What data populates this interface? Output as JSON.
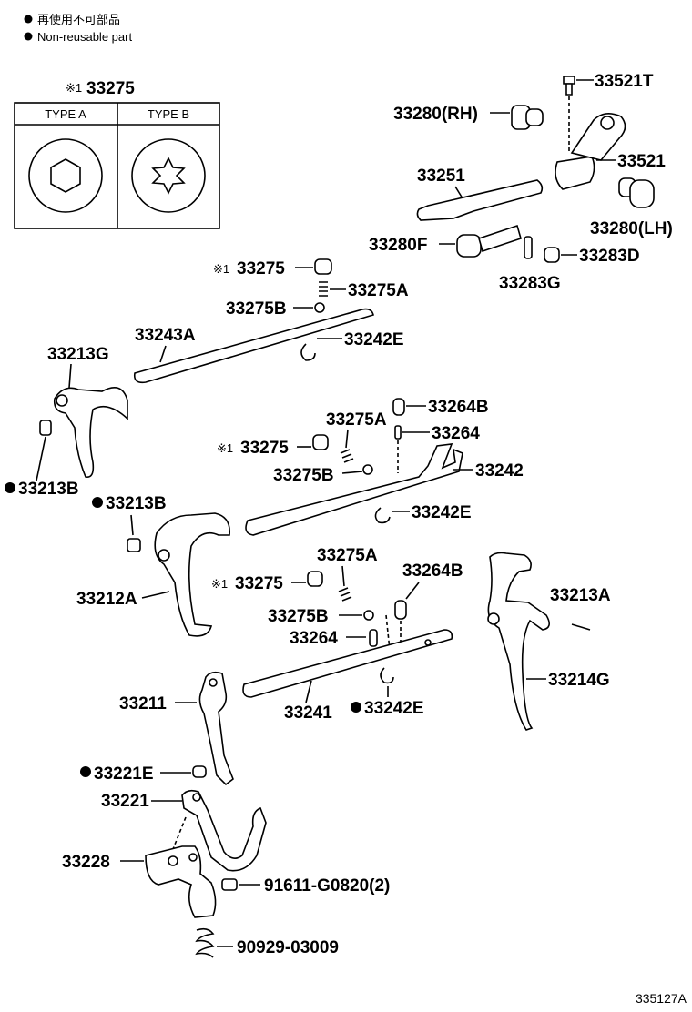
{
  "legend": {
    "jp": "再使用不可部品",
    "en": "Non-reusable part"
  },
  "inset": {
    "title": "33275",
    "mark": "※1",
    "type_a": "TYPE A",
    "type_b": "TYPE B"
  },
  "labels": {
    "p33521T": "33521T",
    "p33280RH": "33280(RH)",
    "p33521": "33521",
    "p33251": "33251",
    "p33280LH": "33280(LH)",
    "p33280F": "33280F",
    "p33283D": "33283D",
    "p33283G": "33283G",
    "p33275_a": "33275",
    "p33275A_a": "33275A",
    "p33275B_a": "33275B",
    "p33243A": "33243A",
    "p33242E_a": "33242E",
    "p33213G": "33213G",
    "p33264B_a": "33264B",
    "p33275A_b": "33275A",
    "p33264_a": "33264",
    "p33275_b": "33275",
    "p33242": "33242",
    "p33275B_b": "33275B",
    "p33213B_a": "33213B",
    "p33242E_b": "33242E",
    "p33213B_b": "33213B",
    "p33275A_c": "33275A",
    "p33264B_b": "33264B",
    "p33275_c": "33275",
    "p33212A": "33212A",
    "p33213A": "33213A",
    "p33275B_c": "33275B",
    "p33264_b": "33264",
    "p33214G": "33214G",
    "p33211": "33211",
    "p33241": "33241",
    "p33242E_c": "33242E",
    "p33221E": "33221E",
    "p33221": "33221",
    "p33228": "33228",
    "p91611": "91611-G0820(2)",
    "p90929": "90929-03009"
  },
  "marks": {
    "ref": "※1"
  },
  "footer": {
    "code": "335127A"
  }
}
